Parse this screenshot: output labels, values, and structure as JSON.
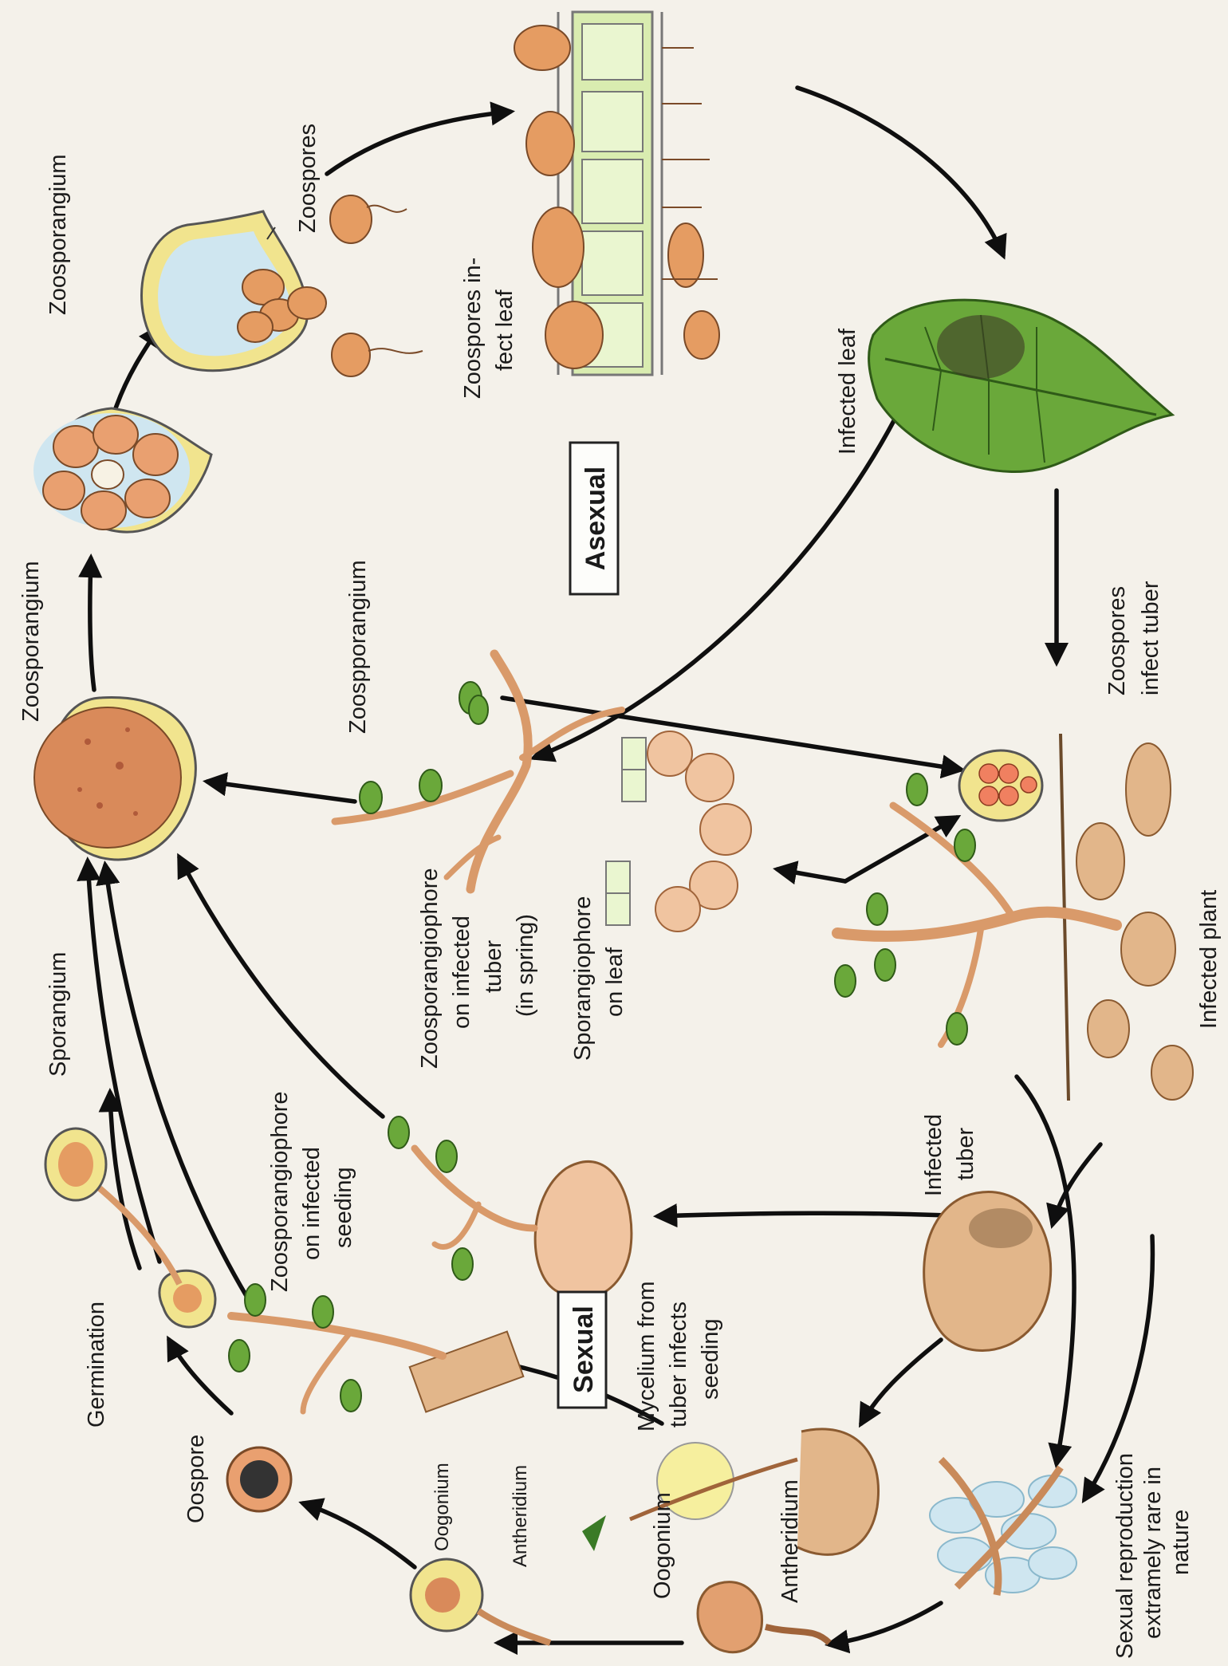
{
  "labels": {
    "zoosporangium_top": "Zoosporangium",
    "zoosporangium_upper": "Zoosporangium",
    "zoospores": "Zoospores",
    "zoospores_infect_leaf_1": "Zoospores in-",
    "zoospores_infect_leaf_2": "fect leaf",
    "infected_leaf": "Infected leaf",
    "asexual": "Asexual",
    "zoospporangium": "Zoospporangium",
    "zoospores_infect_tuber_1": "Zoospores",
    "zoospores_infect_tuber_2": "infect tuber",
    "sporangium": "Sporangium",
    "zoosporangiophore_tuber_1": "Zoosporangiophore",
    "zoosporangiophore_tuber_2": "on infected",
    "zoosporangiophore_tuber_3": "tuber",
    "zoosporangiophore_tuber_4": "(in spring)",
    "sporangiophore_leaf_1": "Sporangiophore",
    "sporangiophore_leaf_2": "on leaf",
    "infected_plant": "Infected plant",
    "zoosporangiophore_seeding_1": "Zoosporangiophore",
    "zoosporangiophore_seeding_2": "on infected",
    "zoosporangiophore_seeding_3": "seeding",
    "infected_tuber_1": "Infected",
    "infected_tuber_2": "tuber",
    "germination": "Germination",
    "sexual": "Sexual",
    "mycelium_1": "Mycelium from",
    "mycelium_2": "tuber infects",
    "mycelium_3": "seeding",
    "oospore": "Oospore",
    "oogonium_upper": "Oogonium",
    "antheridium_upper": "Antheridium",
    "oogonium_lower": "Oogonium",
    "antheridium_lower": "Antheridium",
    "sexual_rare_1": "Sexual reproduction",
    "sexual_rare_2": "extramely rare in",
    "sexual_rare_3": "nature"
  },
  "colors": {
    "background": "#f4f1ea",
    "arrow": "#0f0f0f",
    "leaf_green": "#6aa83a",
    "tuber_tan": "#e2b68a",
    "sporangium_yellow": "#f1e48e",
    "cell_green": "#d9ecb0",
    "spore_orange": "#e59c62"
  }
}
